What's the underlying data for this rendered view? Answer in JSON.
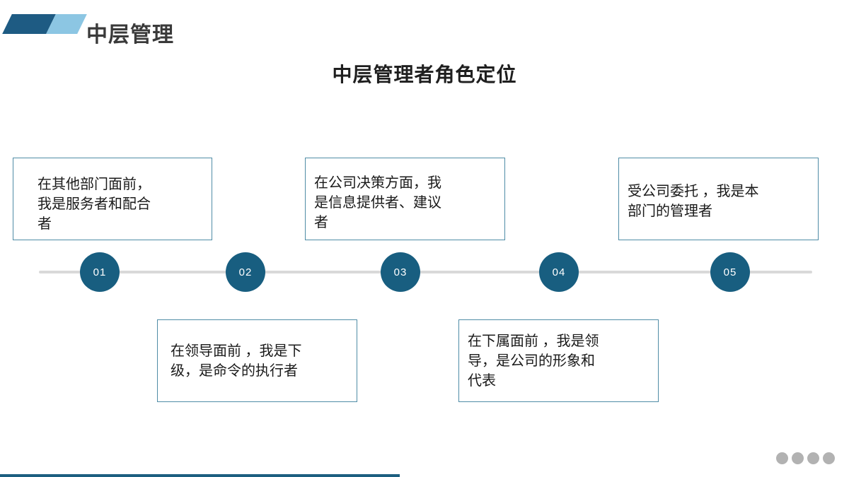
{
  "header": {
    "title": "中层管理"
  },
  "subtitle": "中层管理者角色定位",
  "timeline": {
    "steps": [
      {
        "number": "01",
        "position": "top",
        "text": "在其他部门面前，我是服务者和配合者"
      },
      {
        "number": "02",
        "position": "bottom",
        "text": "在领导面前 ，我是下级，是命令的执行者"
      },
      {
        "number": "03",
        "position": "top",
        "text": "在公司决策方面，我是信息提供者、建议者"
      },
      {
        "number": "04",
        "position": "bottom",
        "text": "在下属面前 ，我是领导，是公司的形象和代表"
      },
      {
        "number": "05",
        "position": "top",
        "text": "受公司委托 ，我是本部门的管理者"
      }
    ]
  },
  "footer": {
    "pagination_dot_count": 4
  },
  "colors": {
    "circle_fill": "#185e80",
    "deco_dark": "#1e5b83",
    "deco_light": "#8cc6e3",
    "box_border": "#4f8ca6",
    "timeline_line": "#d9d9d9",
    "pagination_dot": "#b2b2b2",
    "bottom_bar": "#1d5f80",
    "text": "#1a1a1a"
  }
}
